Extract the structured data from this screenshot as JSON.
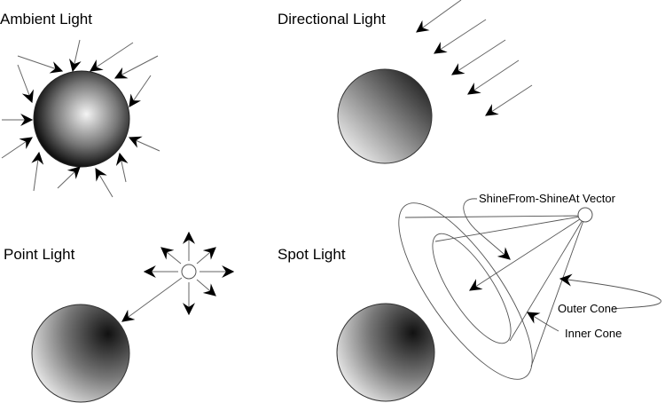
{
  "panels": {
    "ambient": {
      "title": "Ambient Light"
    },
    "directional": {
      "title": "Directional Light"
    },
    "point": {
      "title": "Point Light"
    },
    "spot": {
      "title": "Spot Light",
      "vector_label": "ShineFrom-ShineAt Vector",
      "outer_cone_label": "Outer Cone",
      "inner_cone_label": "Inner Cone"
    }
  }
}
